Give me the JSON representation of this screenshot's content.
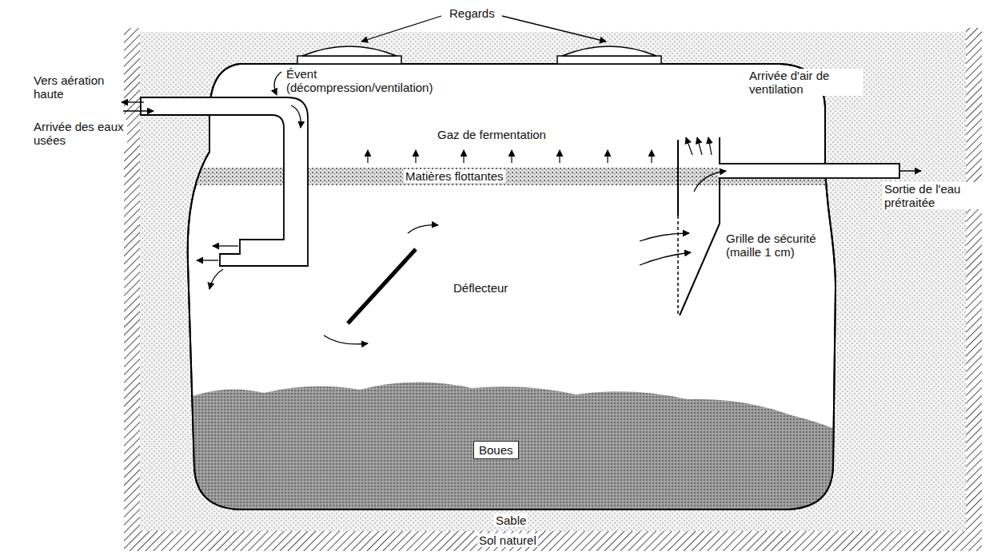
{
  "diagram": {
    "labels": [
      "Regards",
      "Vers aération haute",
      "Arrivée des eaux usées",
      "Évent (décompression/ventilation)",
      "Arrivée d'air de ventilation",
      "Gaz de fermentation",
      "Matières flottantes",
      "Sortie de l'eau prétraitée",
      "Grille de sécurité (maille 1 cm)",
      "Déflecteur",
      "Boues",
      "Sable",
      "Sol naturel"
    ]
  }
}
